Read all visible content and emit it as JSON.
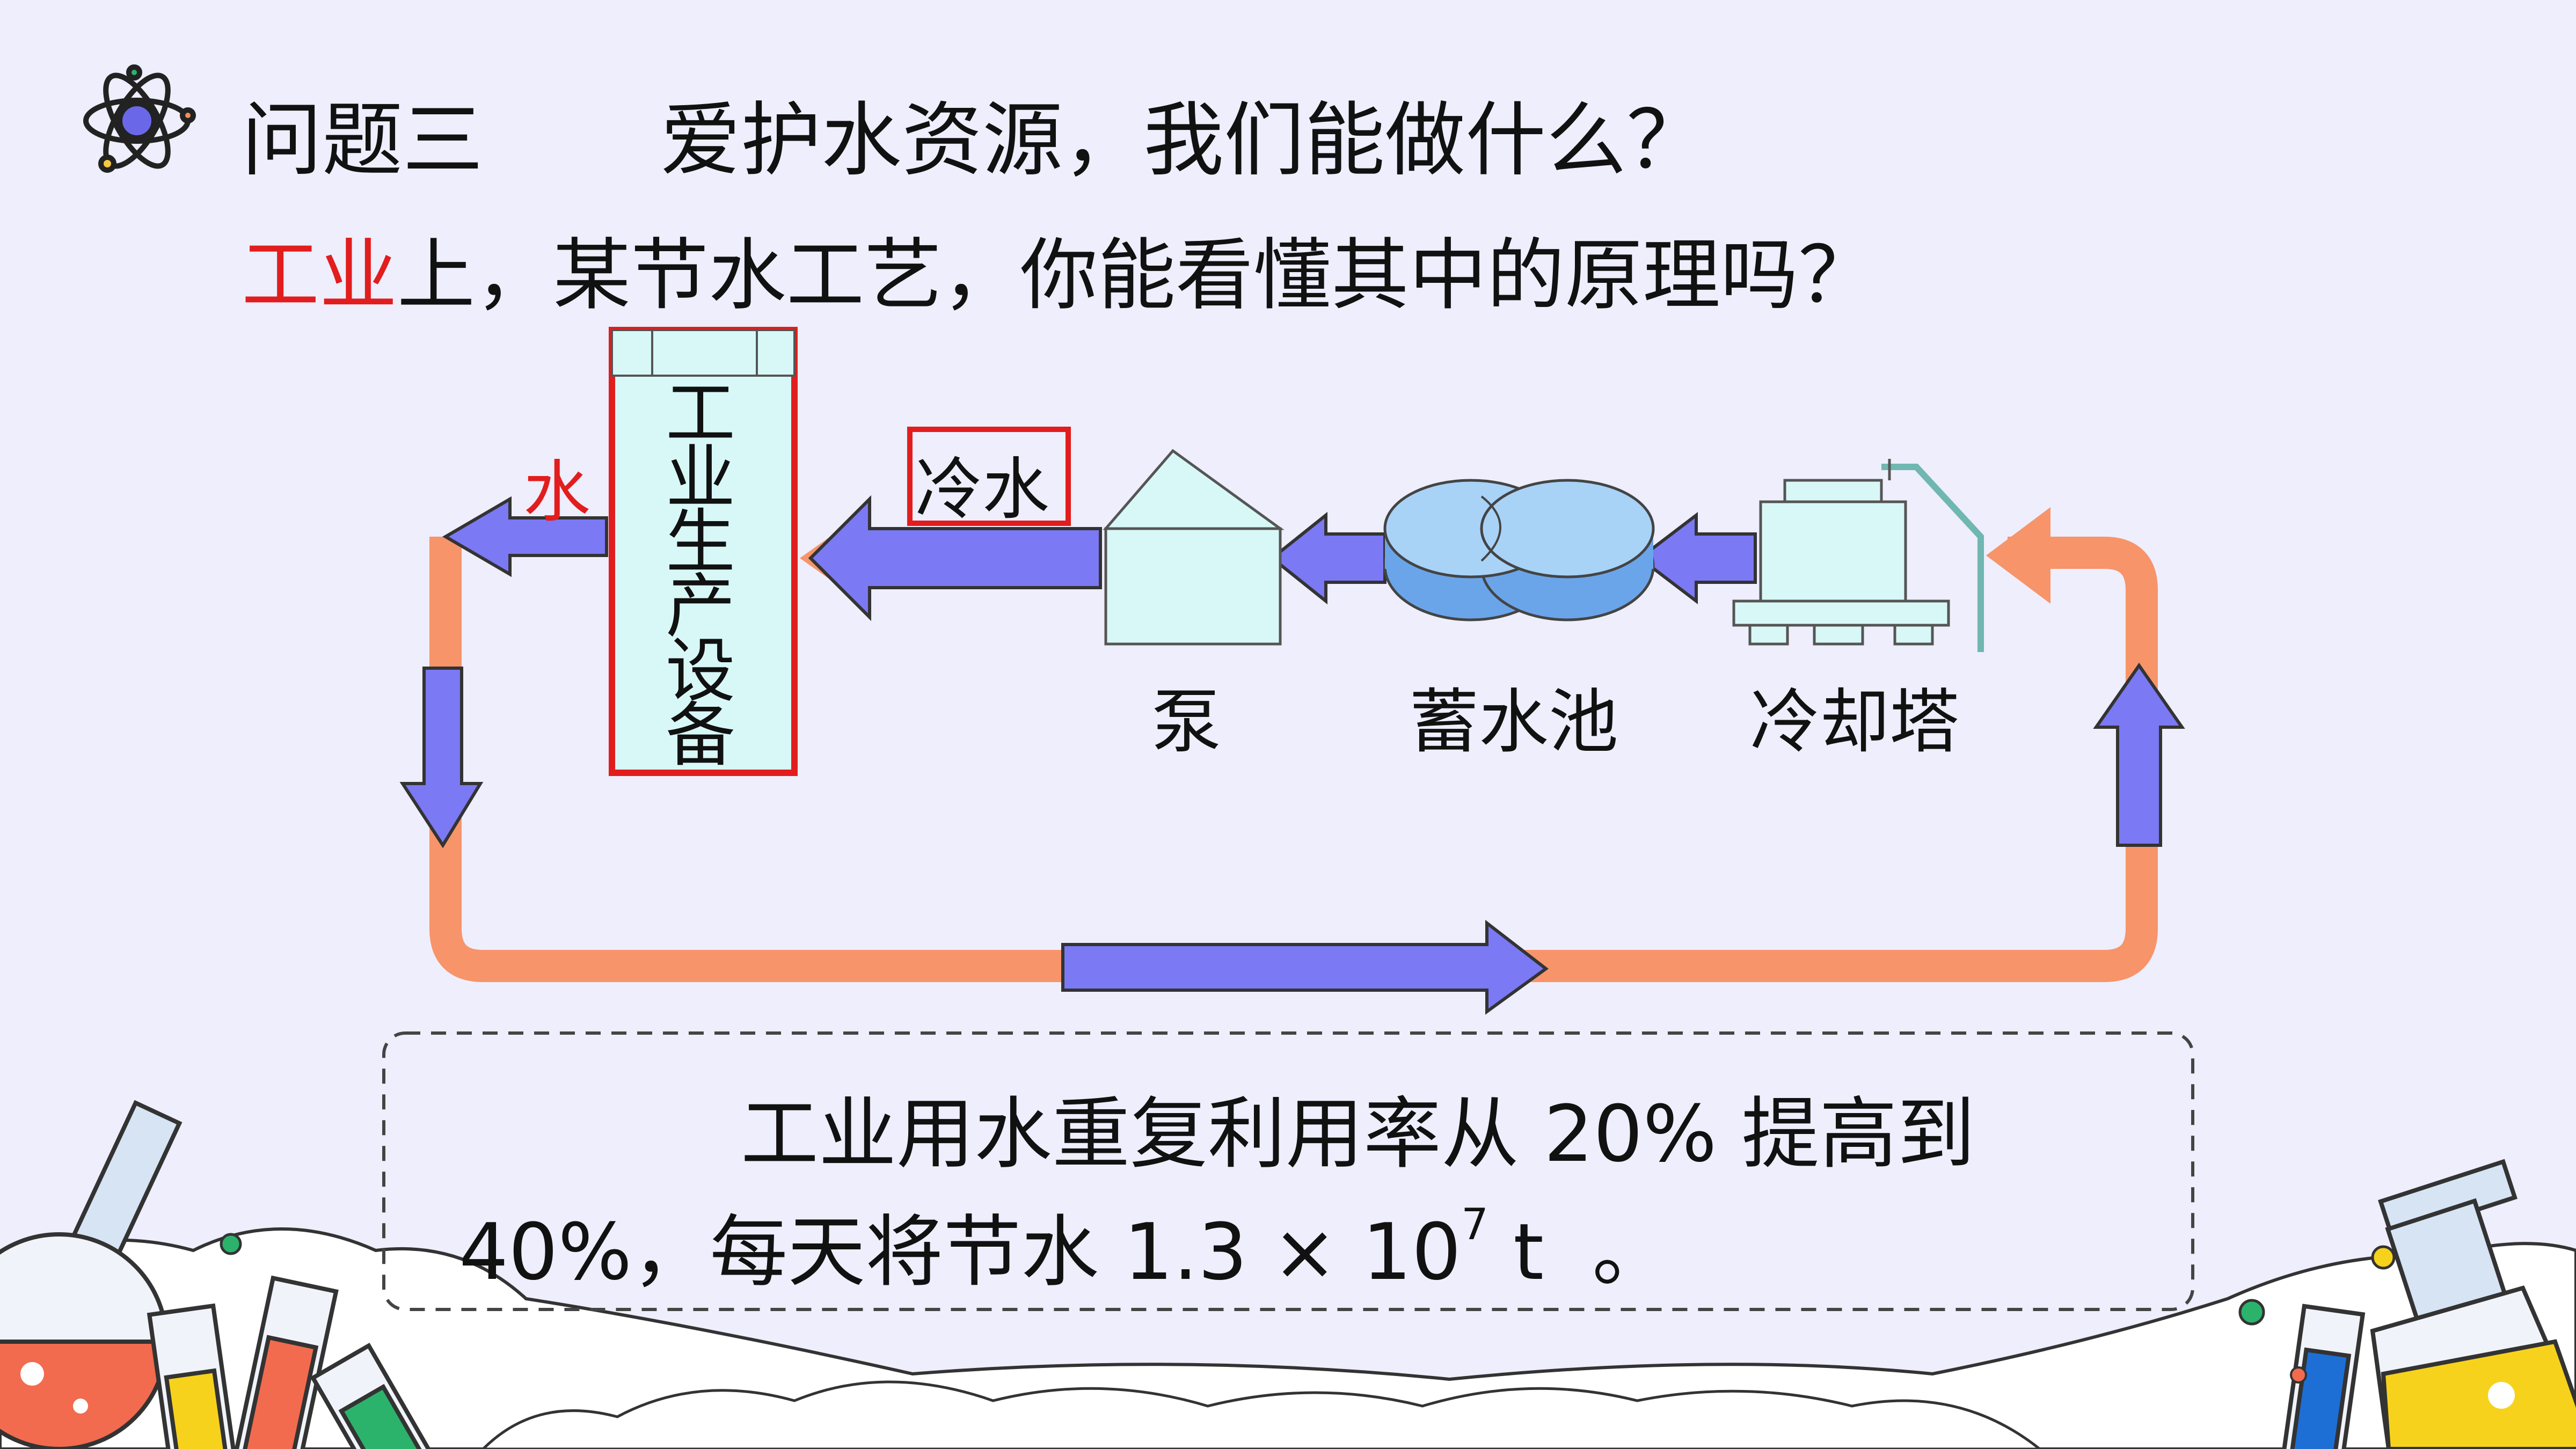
{
  "header": {
    "question_number": "问题三",
    "question": "爱护水资源，我们能做什么？",
    "subtitle_highlight": "工业",
    "subtitle_rest": "上，某节水工艺，你能看懂其中的原理吗？"
  },
  "diagram": {
    "equipment_label": "工业生产设备",
    "water_label": "水",
    "cold_water_label": "冷水",
    "pump_label": "泵",
    "pool_label": "蓄水池",
    "tower_label": "冷却塔"
  },
  "note": {
    "line1": "工业用水重复利用率从 20% 提高到",
    "line2_prefix": "40%，每天将节水 1.3 × 10",
    "line2_exp": "7",
    "line2_unit": " t",
    "line2_end": "。"
  },
  "colors": {
    "arrow_fill": "#7b79f3",
    "loop_orange": "#f7946a",
    "highlight_red": "#e21d1d",
    "equipment_fill": "#d8f8f8",
    "pool_fill": "#8fc0f0"
  },
  "icons": [
    "atom-icon",
    "flask-icon",
    "test-tube-icon"
  ]
}
